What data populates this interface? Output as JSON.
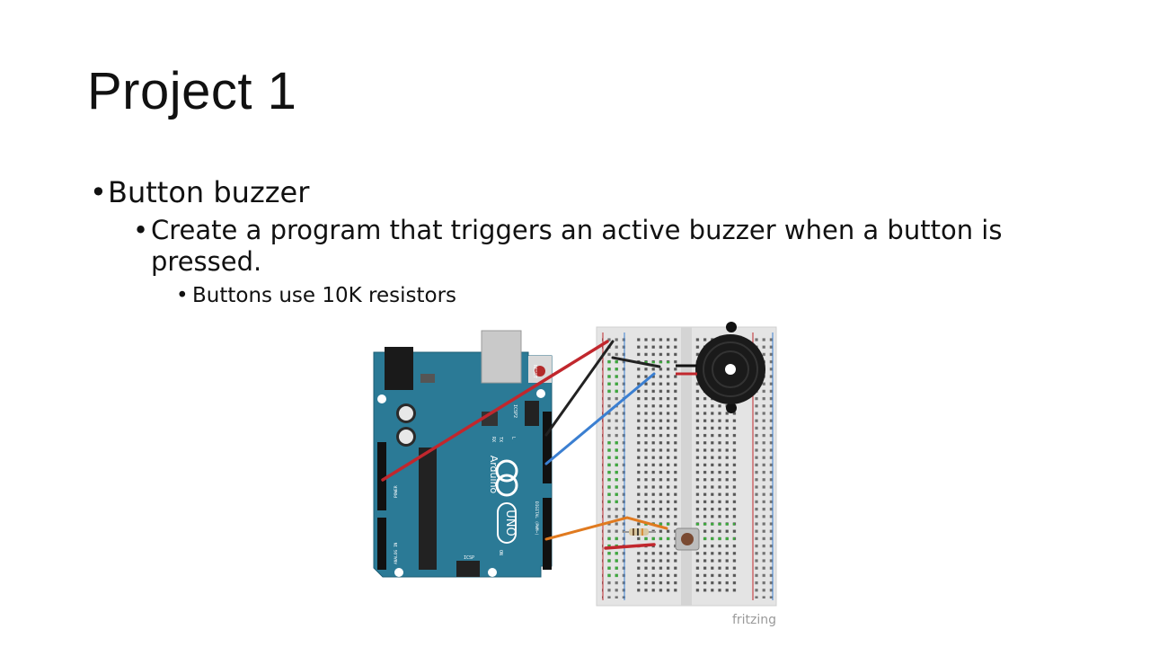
{
  "slide": {
    "title": "Project 1",
    "bullets": {
      "level1": "Button buzzer",
      "level2": "Create a program that triggers an active buzzer when a button is pressed.",
      "level3": "Buttons use 10K resistors"
    }
  },
  "diagram": {
    "board_brand": "Arduino",
    "board_model": "UNO",
    "board_labels": {
      "reset": "RESET",
      "icsp2": "ICSP2",
      "icsp": "ICSP",
      "tx": "TX",
      "rx": "RX",
      "l": "L",
      "on": "ON",
      "digital": "DIGITAL (PWM~)",
      "power": "POWER",
      "analog": "ANALOG IN"
    },
    "watermark": "fritzing",
    "colors": {
      "board": "#2b7a96",
      "wire_red": "#c1272d",
      "wire_black": "#222222",
      "wire_blue": "#3b7fd1",
      "wire_orange": "#e07a1f",
      "breadboard": "#e6e6e6",
      "buzzer": "#1a1a1a"
    }
  }
}
